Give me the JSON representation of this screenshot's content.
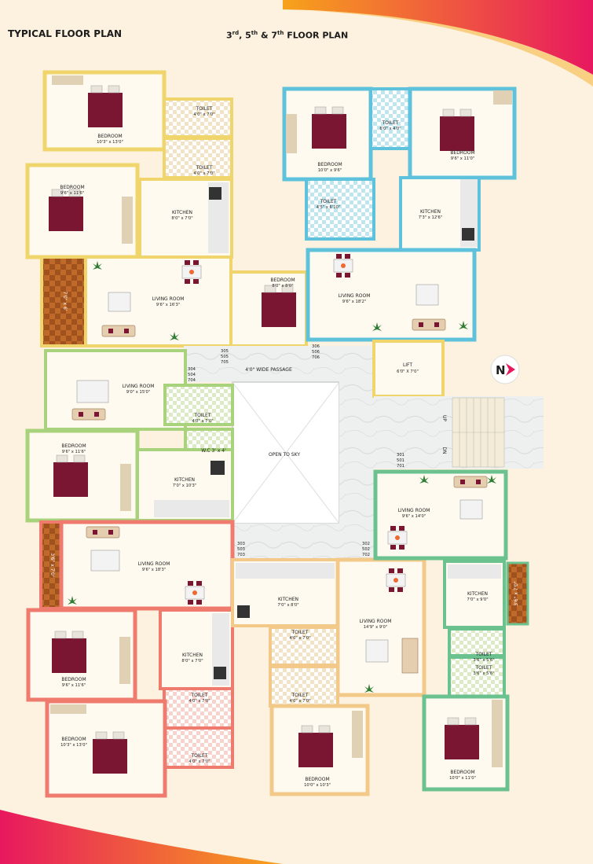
{
  "header": {
    "left_title": "TYPICAL FLOOR PLAN",
    "center_num1": "3",
    "center_sup1": "rd",
    "center_sep1": ", 5",
    "center_sup2": "th",
    "center_sep2": " & 7",
    "center_sup3": "th",
    "center_rest": " FLOOR PLAN"
  },
  "colors": {
    "background": "#fdf2df",
    "accent_magenta": "#e8185f",
    "accent_orange": "#f7a21b",
    "bed": "#7a1632",
    "wall_yellow": "#f0d56c",
    "wall_blue": "#5ec2dc",
    "wall_green": "#a9d27c",
    "wall_red": "#ee7b6d",
    "wall_orange": "#f3c98a",
    "wall_emerald": "#6cc28f"
  },
  "rooms": [
    {
      "name": "BEDROOM",
      "dim": "10'3\" x 13'0\""
    },
    {
      "name": "TOILET",
      "dim": "4'0\" x 7'0\""
    },
    {
      "name": "TOILET",
      "dim": "4'0\" x 7'0\""
    },
    {
      "name": "BEDROOM",
      "dim": "9'6\" x 11'6\""
    },
    {
      "name": "KITCHEN",
      "dim": "8'0\" x 7'0\""
    },
    {
      "name": "LIVING ROOM",
      "dim": "9'6\" x 16'3\""
    },
    {
      "name": "BEDROOM",
      "dim": "8'0\" x 8'0\""
    },
    {
      "name": "BEDROOM",
      "dim": "10'0\" x 9'6\""
    },
    {
      "name": "TOILET",
      "dim": "6'0\" x 4'0\""
    },
    {
      "name": "BEDROOM",
      "dim": "9'6\" x 11'0\""
    },
    {
      "name": "TOILET",
      "dim": "4'5\" x 6'10\""
    },
    {
      "name": "KITCHEN",
      "dim": "7'3\" x 12'6\""
    },
    {
      "name": "LIVING ROOM",
      "dim": "9'6\" x 18'2\""
    },
    {
      "name": "LIVING ROOM",
      "dim": "9'0\" x 15'0\""
    },
    {
      "name": "TOILET",
      "dim": "4'0\" x 7'0\""
    },
    {
      "name": "W.C 3' x 4'",
      "dim": ""
    },
    {
      "name": "BEDROOM",
      "dim": "9'6\" x 11'6\""
    },
    {
      "name": "KITCHEN",
      "dim": "7'0\" x 10'3\""
    },
    {
      "name": "LIVING ROOM",
      "dim": "9'6\" x 18'3\""
    },
    {
      "name": "BEDROOM",
      "dim": "9'6\" x 11'6\""
    },
    {
      "name": "KITCHEN",
      "dim": "8'0\" x 7'0\""
    },
    {
      "name": "TOILET",
      "dim": "4'0\" x 7'0\""
    },
    {
      "name": "TOILET",
      "dim": "4'0\" x 7'0\""
    },
    {
      "name": "BEDROOM",
      "dim": "10'3\" x 13'0\""
    },
    {
      "name": "KITCHEN",
      "dim": "7'0\" x 8'0\""
    },
    {
      "name": "LIVING ROOM",
      "dim": "14'9\" x 9'0\""
    },
    {
      "name": "TOILET",
      "dim": "4'0\" x 7'0\""
    },
    {
      "name": "TOILET",
      "dim": "4'0\" x 7'0\""
    },
    {
      "name": "BEDROOM",
      "dim": "10'0\" x 10'3\""
    },
    {
      "name": "LIVING ROOM",
      "dim": "9'6\" x 14'0\""
    },
    {
      "name": "KITCHEN",
      "dim": "7'0\" x 9'0\""
    },
    {
      "name": "TOILET",
      "dim": "3'6\" x 5'6\""
    },
    {
      "name": "TOILET",
      "dim": "3'6\" x 5'6\""
    },
    {
      "name": "BEDROOM",
      "dim": "10'0\" x 11'0\""
    }
  ],
  "common": {
    "passage": "4'0\" WIDE PASSAGE",
    "open_to_sky": "OPEN TO SKY",
    "lift_name": "LIFT",
    "lift_dim": "6'0\" X 7'0\"",
    "stair_up": "UP",
    "stair_dn": "DN",
    "north": "N"
  },
  "balconies": [
    {
      "dim": "7'0\" x 6'"
    },
    {
      "dim": "3'6\" x 7'0\""
    },
    {
      "dim": "3'6\" x 7'0\""
    }
  ],
  "flat_numbers": [
    {
      "l1": "305",
      "l2": "505",
      "l3": "705"
    },
    {
      "l1": "306",
      "l2": "506",
      "l3": "706"
    },
    {
      "l1": "304",
      "l2": "504",
      "l3": "704"
    },
    {
      "l1": "301",
      "l2": "501",
      "l3": "701"
    },
    {
      "l1": "303",
      "l2": "503",
      "l3": "703"
    },
    {
      "l1": "302",
      "l2": "502",
      "l3": "702"
    }
  ]
}
